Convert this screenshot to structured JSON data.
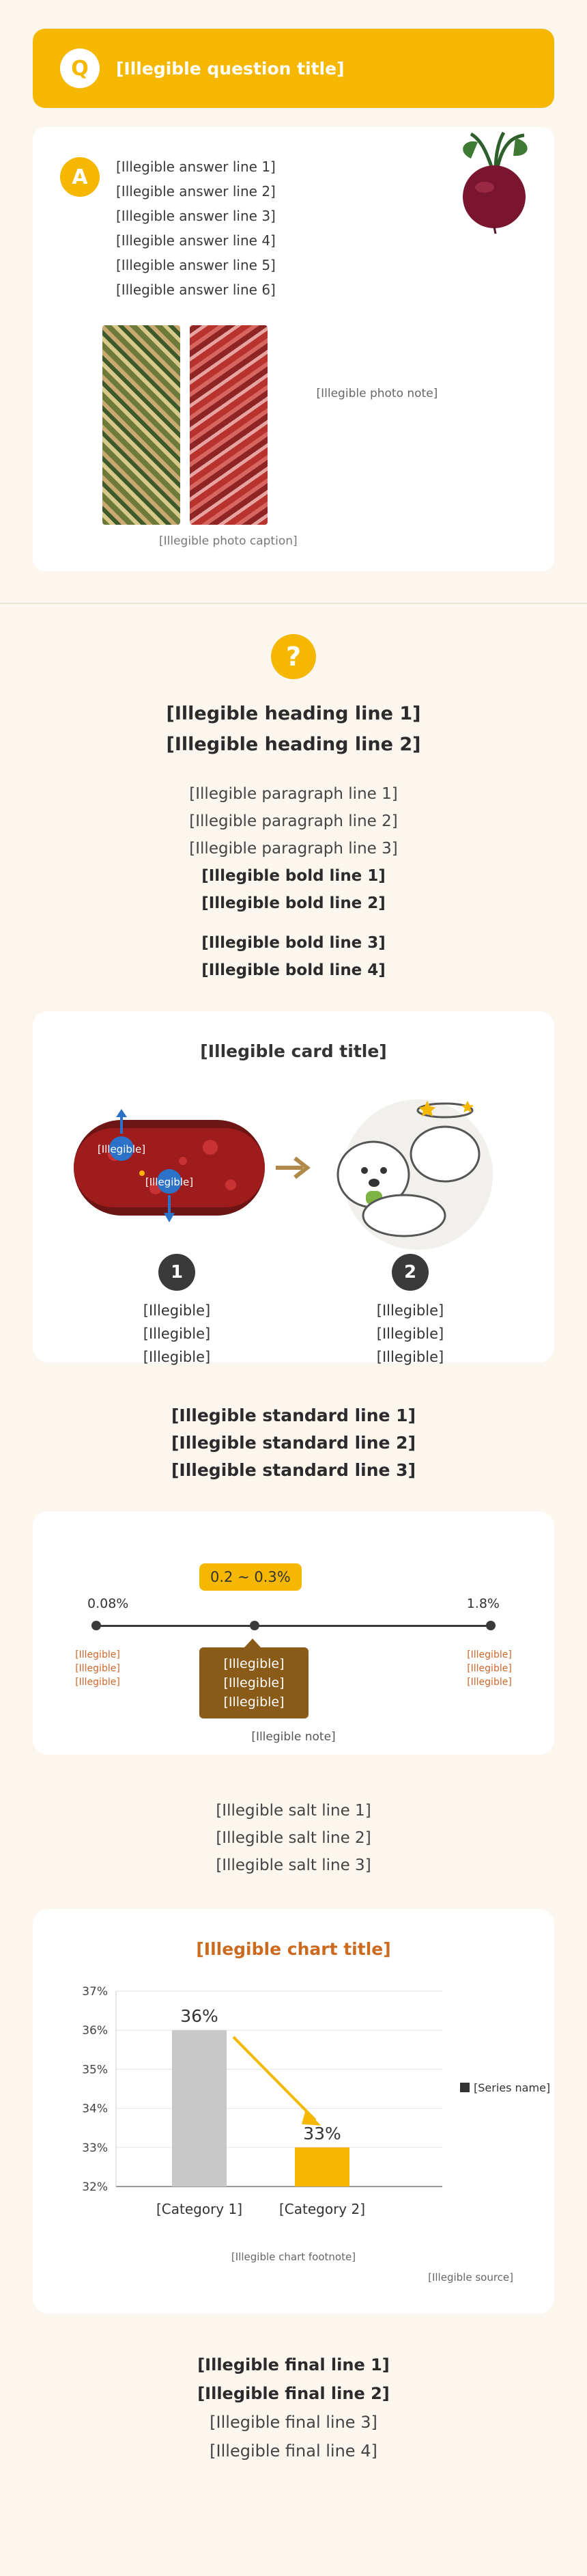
{
  "qa": {
    "question_badge": "Q",
    "question": "[Illegible question title]",
    "answer_badge": "A",
    "answer_lines": [
      "[Illegible answer line 1]",
      "[Illegible answer line 2]",
      "[Illegible answer line 3]",
      "[Illegible answer line 4]",
      "[Illegible answer line 5]",
      "[Illegible answer line 6]"
    ],
    "photo_note": "[Illegible photo note]",
    "photo_caption": "[Illegible photo caption]"
  },
  "sodium": {
    "icon": "?",
    "heading_lines": [
      "[Illegible heading line 1]",
      "[Illegible heading line 2]"
    ],
    "para1_lines": [
      "[Illegible paragraph line 1]",
      "[Illegible paragraph line 2]",
      "[Illegible paragraph line 3]"
    ],
    "para1_bold_lines": [
      "[Illegible bold line 1]",
      "[Illegible bold line 2]"
    ],
    "para2_bold_lines": [
      "[Illegible bold line 3]",
      "[Illegible bold line 4]"
    ]
  },
  "problem_card": {
    "title": "[Illegible card title]",
    "water_label": "[Illegible]",
    "items": [
      {
        "num": "1",
        "lines": [
          "[Illegible]",
          "[Illegible]",
          "[Illegible]"
        ]
      },
      {
        "num": "2",
        "lines": [
          "[Illegible]",
          "[Illegible]",
          "[Illegible]"
        ]
      }
    ]
  },
  "standard": {
    "lines": [
      "[Illegible standard line 1]",
      "[Illegible standard line 2]",
      "[Illegible standard line 3]"
    ]
  },
  "range": {
    "min_value": "0.08%",
    "max_value": "1.8%",
    "badge": "0.2 ~ 0.3%",
    "min_label": [
      "[Illegible]",
      "[Illegible]",
      "[Illegible]"
    ],
    "max_label": [
      "[Illegible]",
      "[Illegible]",
      "[Illegible]"
    ],
    "box_lines": [
      "[Illegible]",
      "[Illegible]",
      "[Illegible]"
    ],
    "note": "[Illegible note]"
  },
  "salt_intro": {
    "lines": [
      "[Illegible salt line 1]",
      "[Illegible salt line 2]",
      "[Illegible salt line 3]"
    ]
  },
  "chart_data": {
    "type": "bar",
    "title": "[Illegible chart title]",
    "categories": [
      "[Category 1]",
      "[Category 2]"
    ],
    "series": [
      {
        "name": "[Series name]",
        "values": [
          36,
          33
        ]
      }
    ],
    "value_labels": [
      "36%",
      "33%"
    ],
    "y_ticks": [
      "37%",
      "36%",
      "35%",
      "34%",
      "33%",
      "32%"
    ],
    "ylim": [
      32,
      37
    ],
    "colors": [
      "#c8c8c8",
      "#f5b700"
    ],
    "footnote": "[Illegible chart footnote]",
    "source": "[Illegible source]"
  },
  "final": {
    "lines": [
      "[Illegible final line 1]",
      "[Illegible final line 2]",
      "[Illegible final line 3]",
      "[Illegible final line 4]"
    ]
  },
  "colors": {
    "accent": "#f5b700",
    "brown": "#8a5a18",
    "orange_text": "#cc6a1f",
    "background": "#fbf6ee"
  }
}
